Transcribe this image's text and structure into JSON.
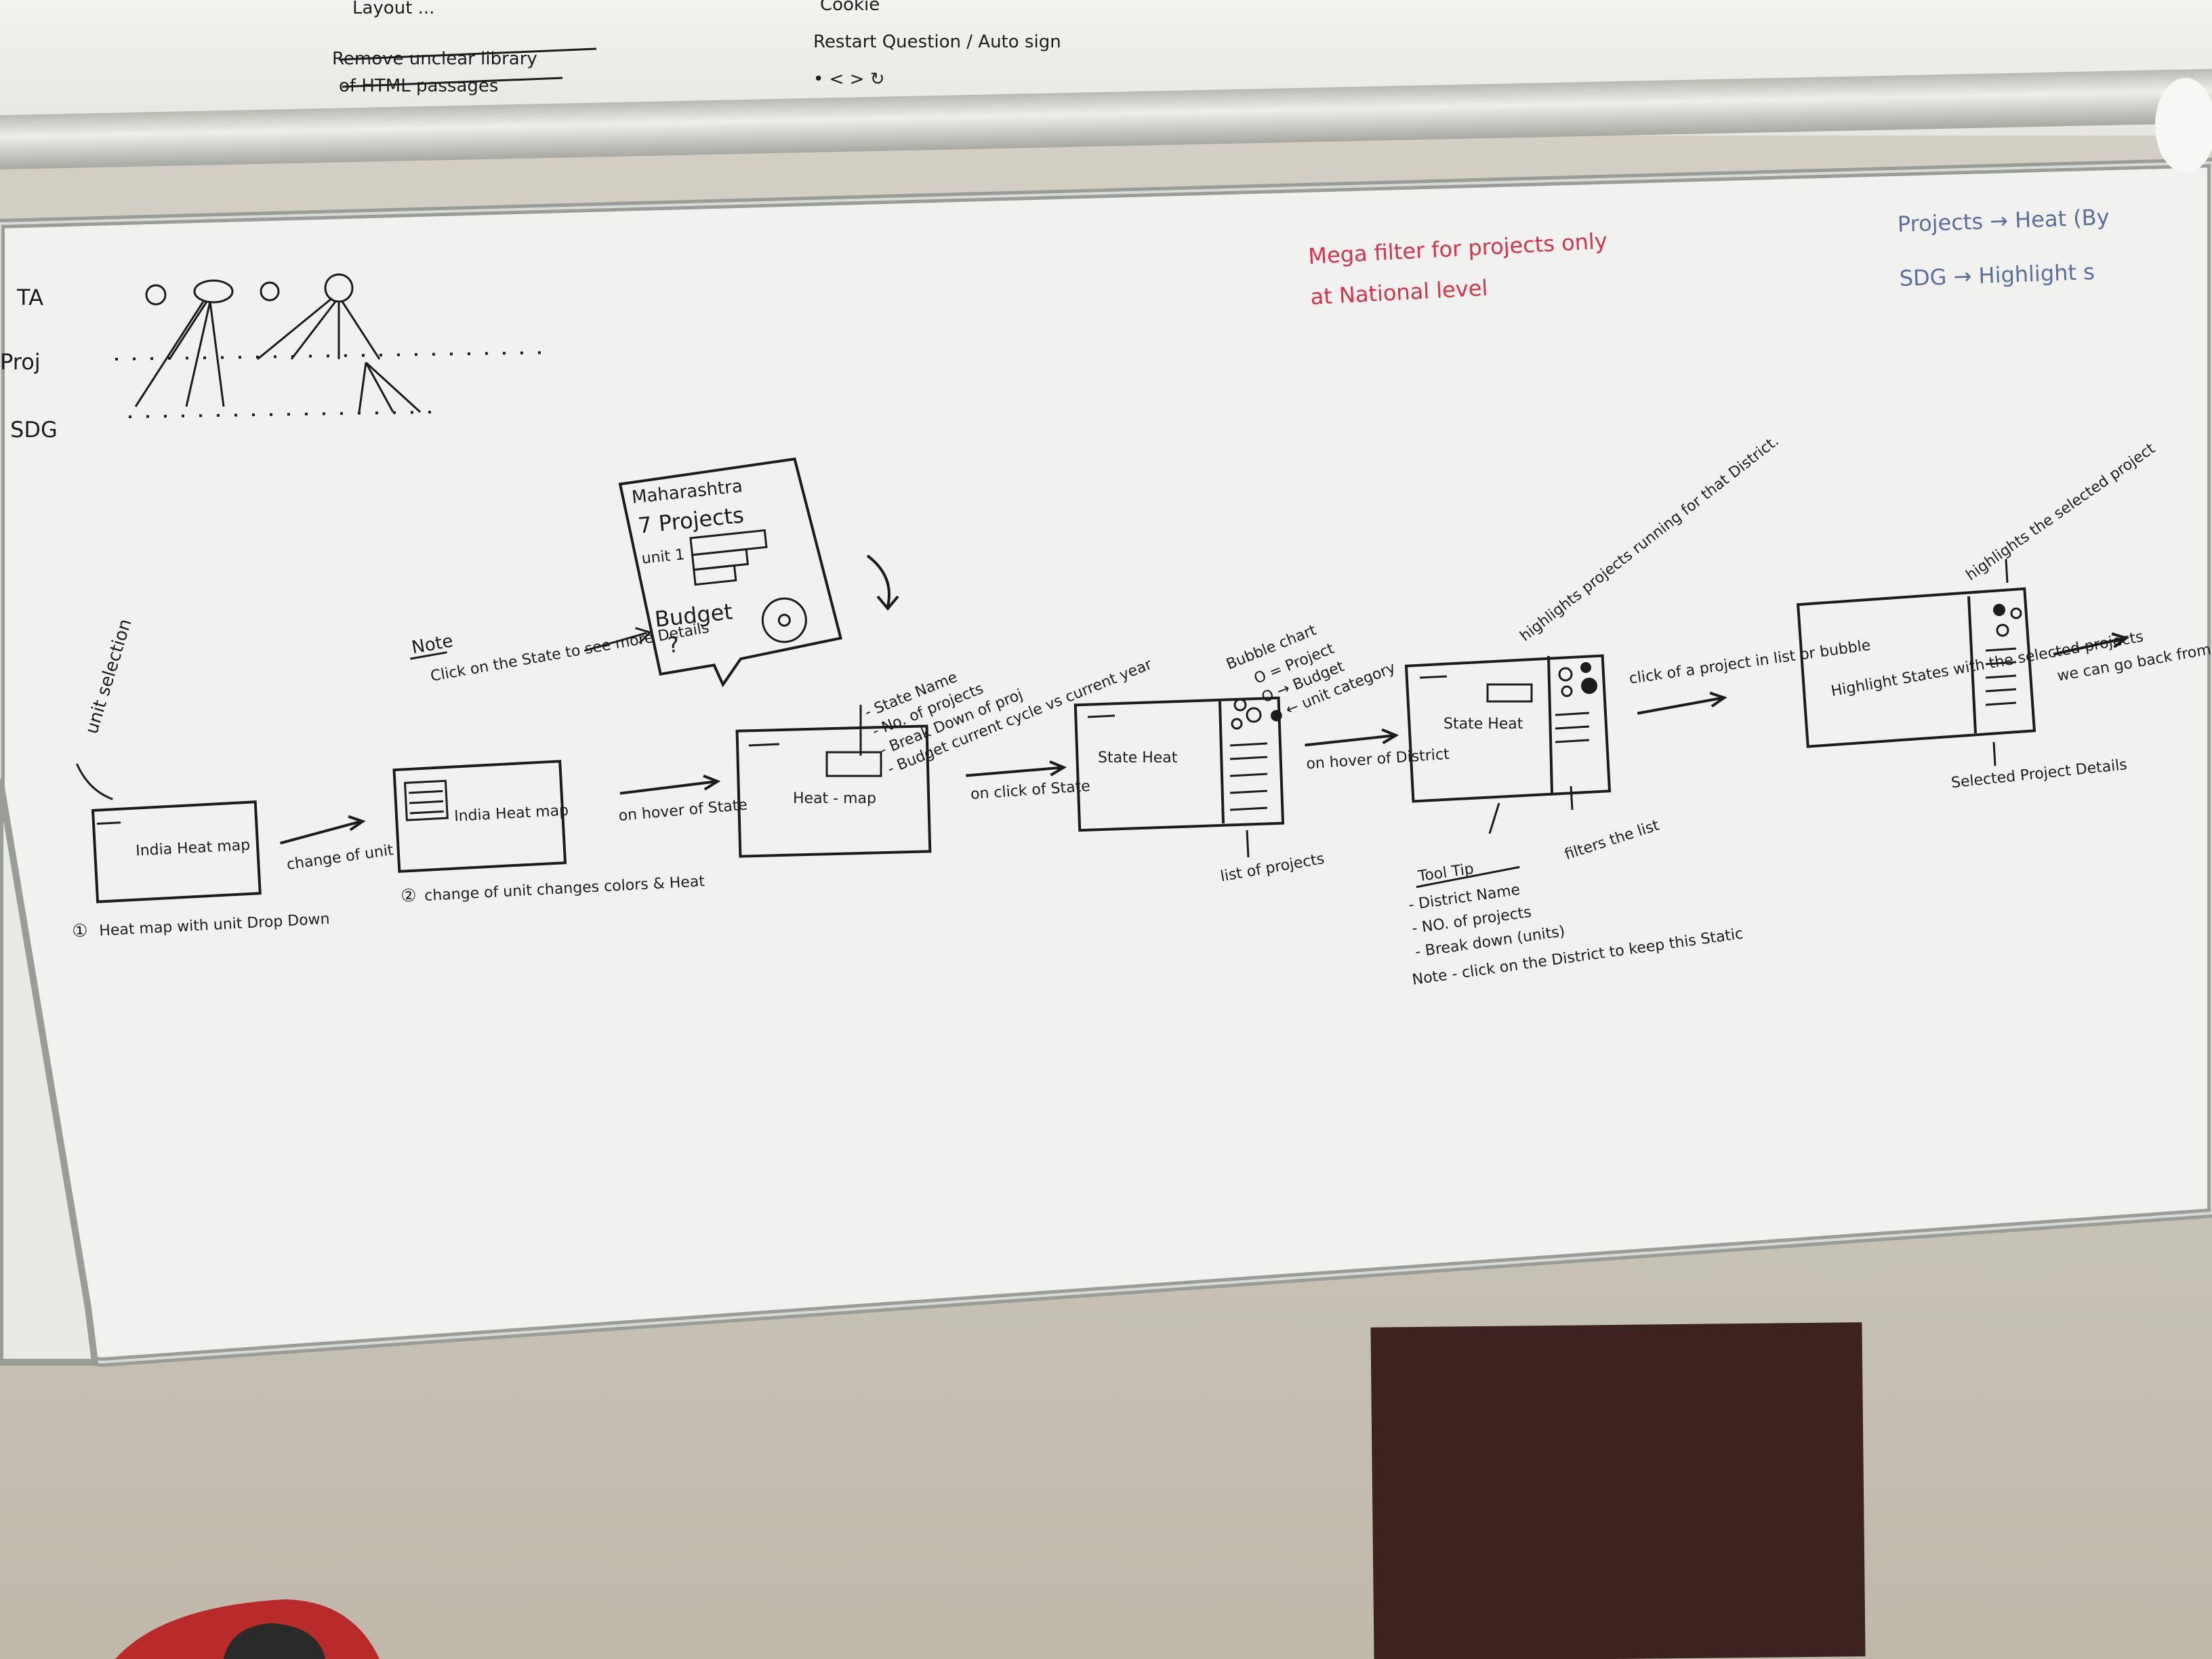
{
  "upper_board": {
    "items": [
      "Cookie",
      "Restart Question / Auto sign",
      "• < > ↻",
      "Layout ...",
      "Remove unclear library",
      "of HTML passages"
    ]
  },
  "red_note": {
    "line1": "Mega filter for projects only",
    "line2": "at National level"
  },
  "blue_note": {
    "line1": "Projects → Heat (By",
    "line2": "SDG → Highlight s"
  },
  "hierarchy": {
    "row_labels": [
      "TA",
      "Proj",
      "SDG"
    ]
  },
  "steps": {
    "s1": {
      "top_label": "unit selection",
      "frame_text": "India Heat map",
      "caption_num": "①",
      "caption": "Heat map with unit Drop Down"
    },
    "a1": "change of unit",
    "s2": {
      "frame_text": "India Heat map",
      "caption_num": "②",
      "caption": "change of unit changes colors & Heat"
    },
    "a2": "on hover of State",
    "popup": {
      "title": "Maharashtra",
      "projects": "7 Projects",
      "unit": "unit 1",
      "budget": "Budget",
      "budget_val": "?"
    },
    "note": {
      "head": "Note",
      "text": "Click on the State to see more Details"
    },
    "s3": {
      "frame_text": "Heat - map",
      "bullets": [
        "- State Name",
        "- No. of projects",
        "- Break Down of proj",
        "- Budget current cycle vs current year"
      ]
    },
    "a3": "on click of State",
    "s4": {
      "frame_text": "State Heat",
      "bubble_head": "Bubble chart",
      "bubble_items": [
        "O = Project",
        "O → Budget",
        "● ← unit category"
      ],
      "caption": "list of projects"
    },
    "a4": "on hover of District",
    "s5": {
      "frame_text": "State Heat",
      "top_label": "highlights projects running for that District.",
      "tooltip_head": "Tool Tip",
      "tooltip": [
        "- District Name",
        "- NO. of projects",
        "- Break down (units)",
        "Note - click on the District to keep this Static"
      ],
      "caption": "filters the list"
    },
    "a5": "click of a project in list or bubble",
    "s6": {
      "frame_text": "Highlight States with the selected projects",
      "top_label": "highlights the selected project",
      "caption": "Selected Project Details"
    },
    "a6": "we can go back from here"
  },
  "colors": {
    "ink": "#1c1c1c",
    "red_marker": "#d8324a",
    "blue_marker": "#5b6e9c",
    "board": "#f1f2ef",
    "frame": "#9a9c98",
    "wall": "#cbc7bb",
    "panel": "#3d2320",
    "bag": "#b92a2a"
  }
}
